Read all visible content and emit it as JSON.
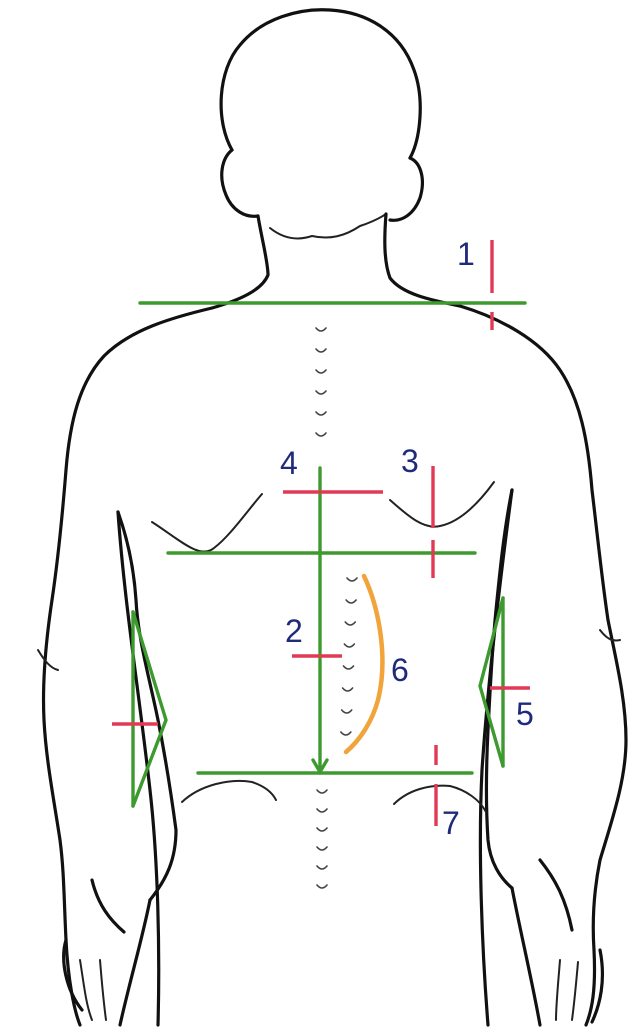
{
  "diagram": {
    "markers": [
      {
        "id": "1",
        "text": "1"
      },
      {
        "id": "2",
        "text": "2"
      },
      {
        "id": "3",
        "text": "3"
      },
      {
        "id": "4",
        "text": "4"
      },
      {
        "id": "5",
        "text": "5"
      },
      {
        "id": "6",
        "text": "6"
      },
      {
        "id": "7",
        "text": "7"
      }
    ],
    "colors": {
      "outline": "#111111",
      "reference_lines": "#3d9a2e",
      "measure_ticks": "#e23a55",
      "spine_curve": "#f0a43a",
      "labels": "#1f2a7a"
    }
  }
}
